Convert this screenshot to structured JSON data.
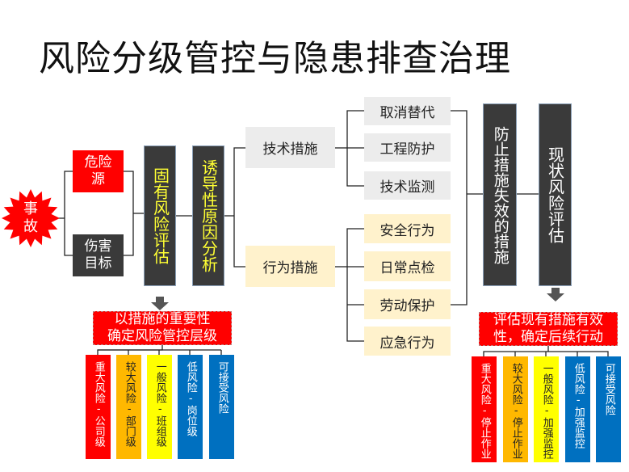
{
  "title": "风险分级管控与隐患排查治理",
  "accident": "事故",
  "sources": {
    "hazard": "危险源",
    "target": "伤害目标"
  },
  "inherent_risk": "固有风险评估",
  "cause_analysis": "诱导性原因分析",
  "tech": {
    "label": "技术措施",
    "items": [
      "取消替代",
      "工程防护",
      "技术监测"
    ]
  },
  "behavior": {
    "label": "行为措施",
    "items": [
      "安全行为",
      "日常点检",
      "劳动保护",
      "应急行为"
    ]
  },
  "prevent_failure": "防止措施失效的措施",
  "current_risk": "现状风险评估",
  "left_panel": {
    "heading": [
      "以措施的重要性",
      "确定风险管控层级"
    ],
    "levels": [
      "重大风险-公司级",
      "较大风险-部门级",
      "一般风险-班组级",
      "低风险-岗位级",
      "可接受风险"
    ]
  },
  "right_panel": {
    "heading": [
      "评估现有措施有效",
      "性，确定后续行动"
    ],
    "levels": [
      "重大风险-停止作业",
      "较大风险-停止作业",
      "一般风险-加强监控",
      "低风险-加强监控",
      "可接受风险"
    ]
  },
  "colors": {
    "red": "#ff0000",
    "orange": "#ffb800",
    "yellow": "#ffff00",
    "blue": "#0070c0",
    "dark": "#3a3a3a",
    "gray": "#ececec",
    "cream": "#fff2cc"
  }
}
